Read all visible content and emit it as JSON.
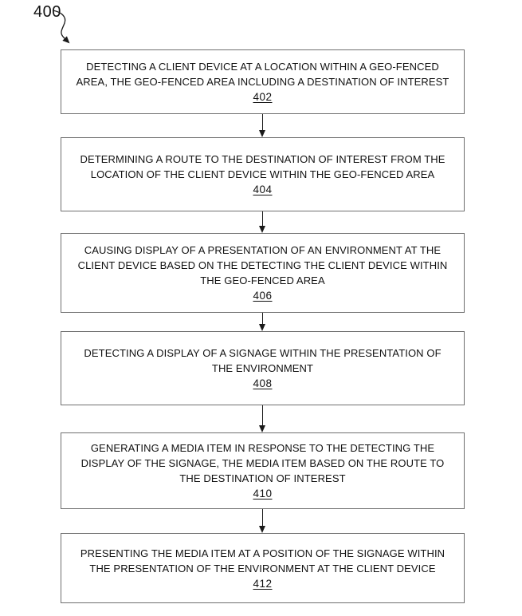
{
  "figure": {
    "label": "400"
  },
  "colors": {
    "border": "#6f6f6f",
    "text": "#111111",
    "arrow": "#1a1a1a",
    "background": "#ffffff"
  },
  "flowchart": {
    "steps": [
      {
        "lines": [
          "DETECTING A CLIENT DEVICE AT A LOCATION WITHIN A GEO-FENCED",
          "AREA, THE GEO-FENCED AREA INCLUDING A DESTINATION OF INTEREST"
        ],
        "ref": "402"
      },
      {
        "lines": [
          "DETERMINING A ROUTE TO THE DESTINATION OF INTEREST FROM THE",
          "LOCATION OF THE CLIENT DEVICE WITHIN THE GEO-FENCED AREA"
        ],
        "ref": "404"
      },
      {
        "lines": [
          "CAUSING DISPLAY OF A PRESENTATION OF AN ENVIRONMENT AT THE",
          "CLIENT DEVICE BASED ON THE DETECTING THE CLIENT DEVICE WITHIN",
          "THE GEO-FENCED AREA"
        ],
        "ref": "406"
      },
      {
        "lines": [
          "DETECTING A DISPLAY OF A SIGNAGE WITHIN THE PRESENTATION OF",
          "THE ENVIRONMENT"
        ],
        "ref": "408"
      },
      {
        "lines": [
          "GENERATING A MEDIA ITEM IN RESPONSE TO THE DETECTING THE",
          "DISPLAY OF THE SIGNAGE, THE MEDIA ITEM BASED ON THE ROUTE TO",
          "THE DESTINATION OF INTEREST"
        ],
        "ref": "410"
      },
      {
        "lines": [
          "PRESENTING THE MEDIA ITEM AT A POSITION OF THE SIGNAGE WITHIN",
          "THE PRESENTATION OF THE ENVIRONMENT AT THE CLIENT DEVICE"
        ],
        "ref": "412"
      }
    ]
  }
}
